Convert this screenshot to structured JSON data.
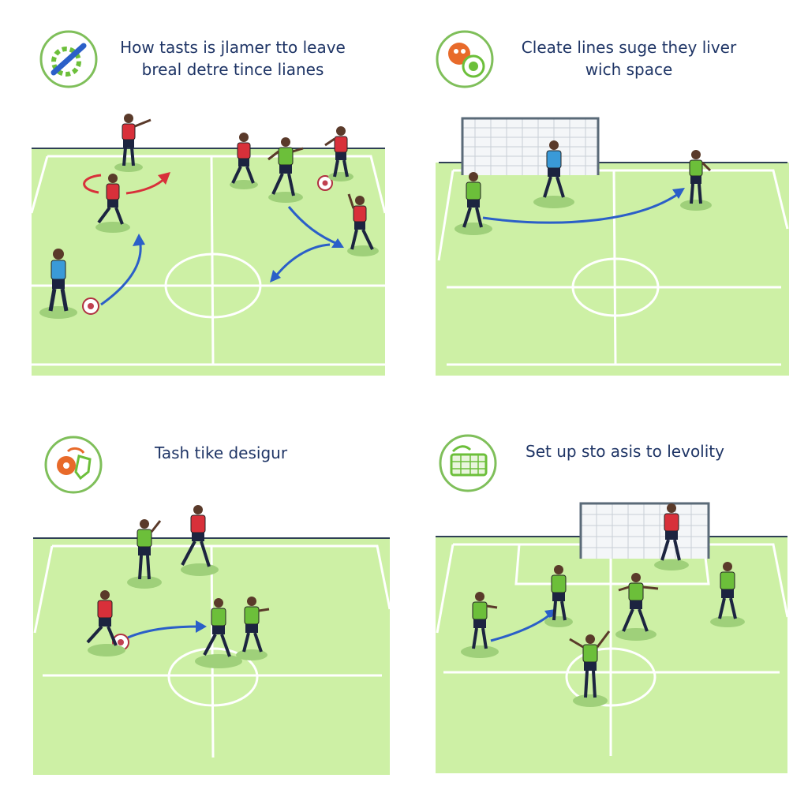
{
  "panels": [
    {
      "caption_line1": "How tasts is jlamer tto leave",
      "caption_line2": "breal detre tince lianes",
      "icon": "wrench-gear-icon"
    },
    {
      "caption_line1": "Cleate lines suge they liver",
      "caption_line2": "wich space",
      "icon": "ball-target-icon"
    },
    {
      "caption_line1": "Tash tike desigur",
      "caption_line2": "",
      "icon": "ball-shield-icon"
    },
    {
      "caption_line1": "Set up sto asis to levolity",
      "caption_line2": "",
      "icon": "goal-net-icon"
    }
  ],
  "colors": {
    "pitch": "#cdf0a5",
    "line": "#ffffff",
    "team_red": "#d8303a",
    "team_green": "#6cbf3a",
    "keeper_blue": "#3a9ad8",
    "arrow_blue": "#2b5fc8",
    "arrow_red": "#d8303a",
    "text": "#1f3566"
  }
}
